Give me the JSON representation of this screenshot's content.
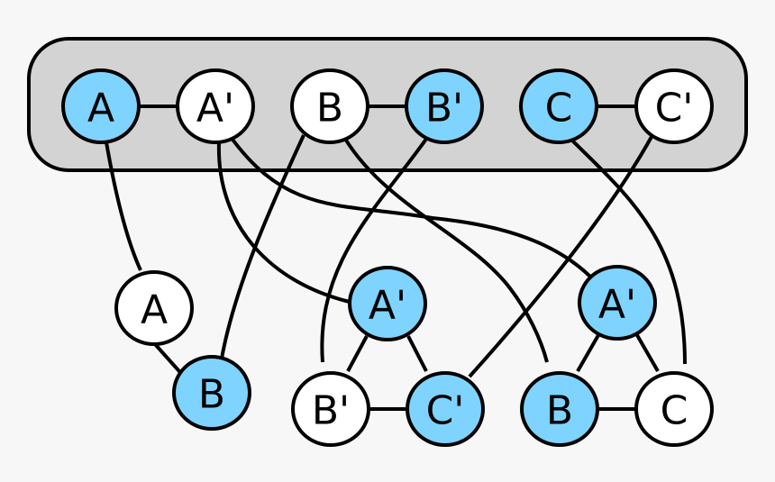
{
  "colors": {
    "blue": "#7fd3ff",
    "white": "#ffffff",
    "group_fill": "#d3d3d3",
    "stroke": "#000000",
    "background": "#f7f7f7"
  },
  "group": {
    "nodes": [
      {
        "id": "gA",
        "label": "A",
        "fill": "blue"
      },
      {
        "id": "gAp",
        "label": "A'",
        "fill": "white"
      },
      {
        "id": "gB",
        "label": "B",
        "fill": "white"
      },
      {
        "id": "gBp",
        "label": "B'",
        "fill": "blue"
      },
      {
        "id": "gC",
        "label": "C",
        "fill": "blue"
      },
      {
        "id": "gCp",
        "label": "C'",
        "fill": "white"
      }
    ]
  },
  "clusters": [
    {
      "name": "left",
      "nodes": [
        {
          "id": "lA",
          "label": "A",
          "fill": "white"
        },
        {
          "id": "lB",
          "label": "B",
          "fill": "blue"
        }
      ]
    },
    {
      "name": "middle",
      "nodes": [
        {
          "id": "mAp",
          "label": "A'",
          "fill": "blue"
        },
        {
          "id": "mBp",
          "label": "B'",
          "fill": "white"
        },
        {
          "id": "mCp",
          "label": "C'",
          "fill": "blue"
        }
      ]
    },
    {
      "name": "right",
      "nodes": [
        {
          "id": "rAp",
          "label": "A'",
          "fill": "blue"
        },
        {
          "id": "rB",
          "label": "B",
          "fill": "blue"
        },
        {
          "id": "rC",
          "label": "C",
          "fill": "white"
        }
      ]
    }
  ]
}
